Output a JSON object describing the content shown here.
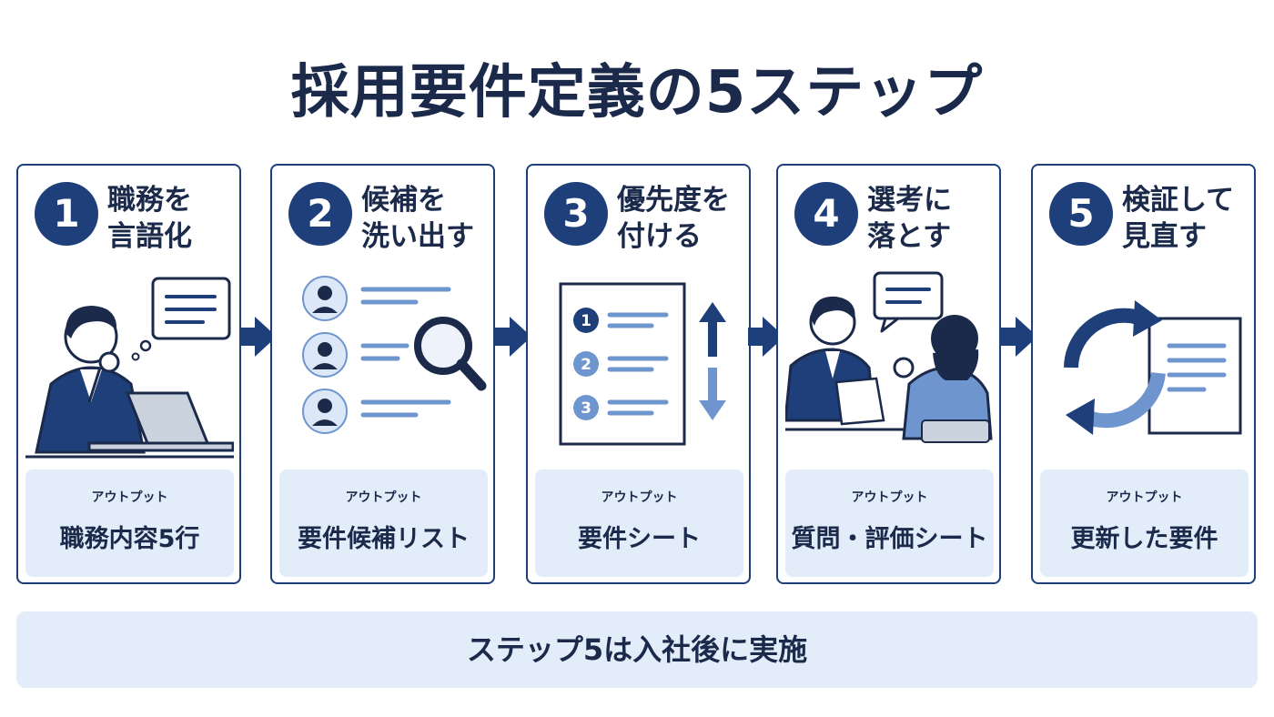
{
  "title": "採用要件定義の5ステップ",
  "steps": [
    {
      "number": "1",
      "title": "職務を\n言語化",
      "output_label": "アウトプット",
      "output": "職務内容5行",
      "illustration": "thinking-person-laptop"
    },
    {
      "number": "2",
      "title": "候補を\n洗い出す",
      "output_label": "アウトプット",
      "output": "要件候補リスト",
      "illustration": "candidate-list-magnifier"
    },
    {
      "number": "3",
      "title": "優先度を\n付ける",
      "output_label": "アウトプット",
      "output": "要件シート",
      "illustration": "priority-list-updown"
    },
    {
      "number": "4",
      "title": "選考に\n落とす",
      "output_label": "アウトプット",
      "output": "質問・評価シート",
      "illustration": "interview-scene"
    },
    {
      "number": "5",
      "title": "検証して\n見直す",
      "output_label": "アウトプット",
      "output": "更新した要件",
      "illustration": "cycle-document"
    }
  ],
  "priority_numbers": [
    "1",
    "2",
    "3"
  ],
  "footer_note": "ステップ5は入社後に実施",
  "colors": {
    "navy": "#1e3f7a",
    "mid_blue": "#6f95cf",
    "light_blue": "#e3edfa",
    "text": "#1b2a4a"
  }
}
